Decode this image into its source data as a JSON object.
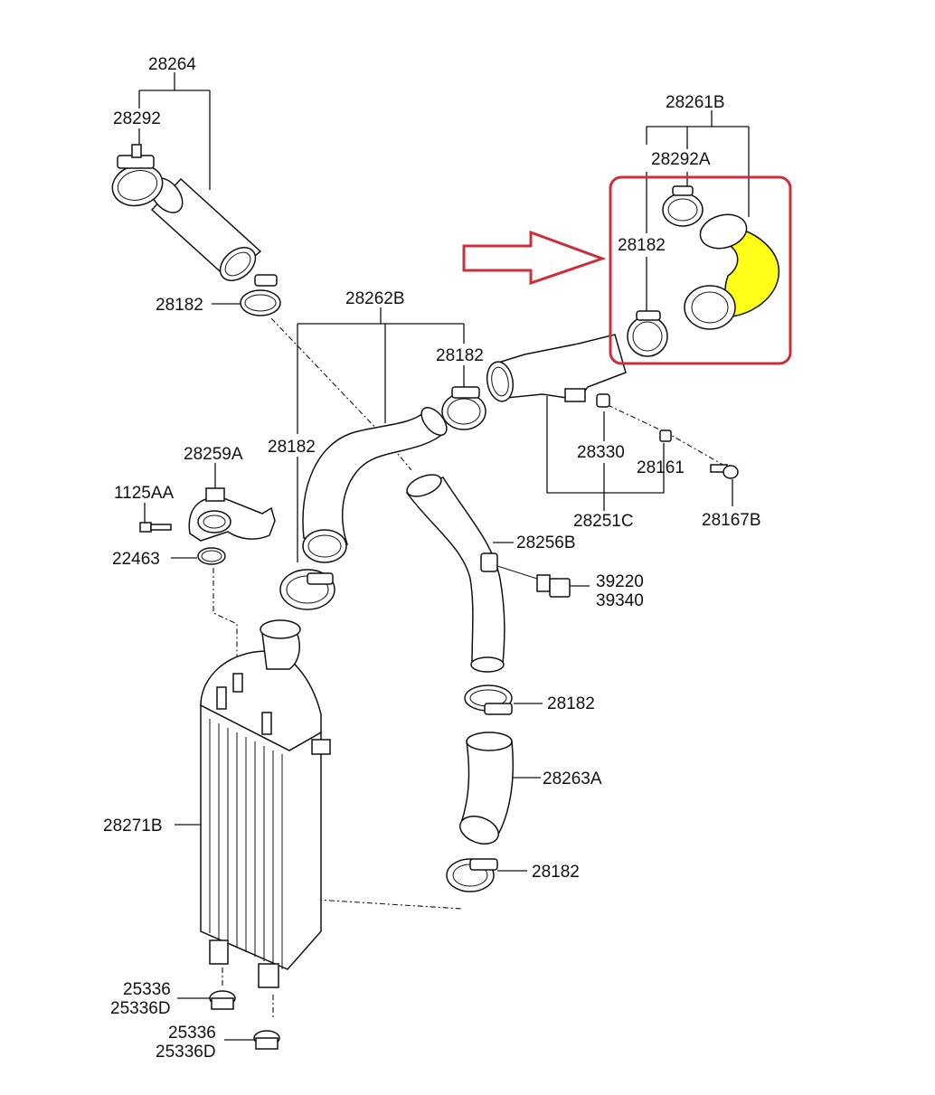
{
  "labels": {
    "p28264": "28264",
    "p28292": "28292",
    "p28182_a": "28182",
    "p28262B": "28262B",
    "p28182_b": "28182",
    "p28182_c": "28182",
    "p28259A": "28259A",
    "p1125AA": "1125AA",
    "p22463": "22463",
    "p28256B": "28256B",
    "p39220": "39220",
    "p39340": "39340",
    "p28182_d": "28182",
    "p28263A": "28263A",
    "p28271B": "28271B",
    "p28182_e": "28182",
    "p25336_a": "25336",
    "p25336D_a": "25336D",
    "p25336_b": "25336",
    "p25336D_b": "25336D",
    "p28261B": "28261B",
    "p28292A": "28292A",
    "p28182_f": "28182",
    "p28330": "28330",
    "p28161": "28161",
    "p28251C": "28251C",
    "p28167B": "28167B"
  },
  "colors": {
    "highlight_box": "#c8303a",
    "arrow": "#c8303a",
    "highlight_fill": "#ffff1a",
    "line": "#111111"
  }
}
